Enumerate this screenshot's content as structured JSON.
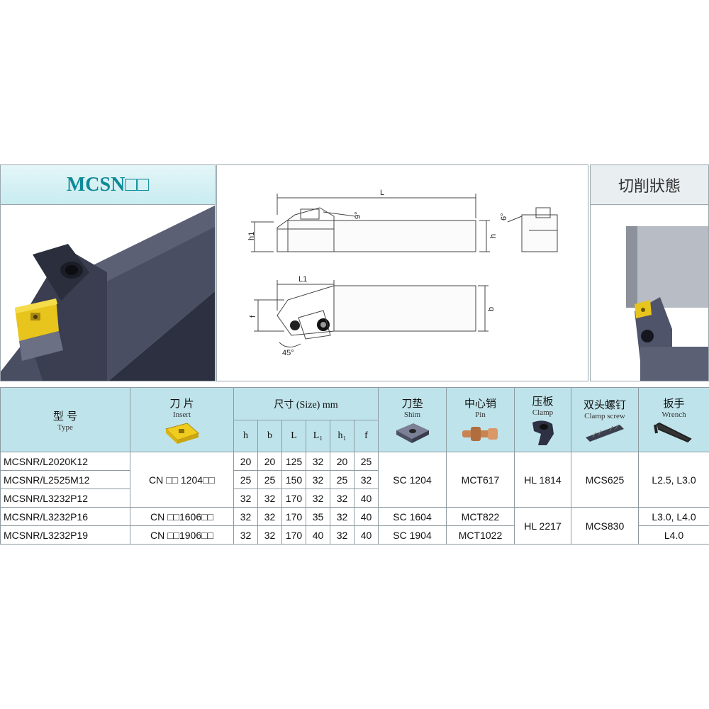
{
  "header": {
    "title": "MCSN□□",
    "cutting_state_title": "切削狀態"
  },
  "drawing": {
    "L": "L",
    "L1": "L1",
    "h1": "h1",
    "h": "h",
    "f": "f",
    "b": "b",
    "angle_9": "9°",
    "angle_6": "6°",
    "angle_45": "45°"
  },
  "table": {
    "type_zh": "型 号",
    "type_en": "Type",
    "insert_zh": "刀 片",
    "insert_en": "Insert",
    "size": "尺寸 (Size) mm",
    "dims": [
      "h",
      "b",
      "L",
      "L₁",
      "h₁",
      "f"
    ],
    "shim_zh": "刀垫",
    "shim_en": "Shim",
    "pin_zh": "中心销",
    "pin_en": "Pin",
    "clamp_zh": "压板",
    "clamp_en": "Clamp",
    "screw_zh": "双头螺钉",
    "screw_en": "Clamp screw",
    "wrench_zh": "扳手",
    "wrench_en": "Wrench",
    "rows": [
      {
        "type": "MCSNR/L2020K12",
        "dims": [
          "20",
          "20",
          "125",
          "32",
          "20",
          "25"
        ]
      },
      {
        "type": "MCSNR/L2525M12",
        "dims": [
          "25",
          "25",
          "150",
          "32",
          "25",
          "32"
        ]
      },
      {
        "type": "MCSNR/L3232P12",
        "dims": [
          "32",
          "32",
          "170",
          "32",
          "32",
          "40"
        ]
      },
      {
        "type": "MCSNR/L3232P16",
        "dims": [
          "32",
          "32",
          "170",
          "35",
          "32",
          "40"
        ]
      },
      {
        "type": "MCSNR/L3232P19",
        "dims": [
          "32",
          "32",
          "170",
          "40",
          "32",
          "40"
        ]
      }
    ],
    "insert_1204": "CN □□ 1204□□",
    "insert_1606": "CN □□1606□□",
    "insert_1906": "CN □□1906□□",
    "shim_1204": "SC 1204",
    "shim_1604": "SC 1604",
    "shim_1904": "SC 1904",
    "pin_617": "MCT617",
    "pin_822": "MCT822",
    "pin_1022": "MCT1022",
    "clamp_1814": "HL 1814",
    "clamp_2217": "HL 2217",
    "screw_625": "MCS625",
    "screw_830": "MCS830",
    "wrench_a": "L2.5, L3.0",
    "wrench_b": "L3.0, L4.0",
    "wrench_c": "L4.0"
  },
  "colors": {
    "header_bg": "#c8ecf0",
    "title_text": "#0e8a97",
    "tool_body": "#3d4152",
    "insert_yellow": "#e8c51c"
  }
}
